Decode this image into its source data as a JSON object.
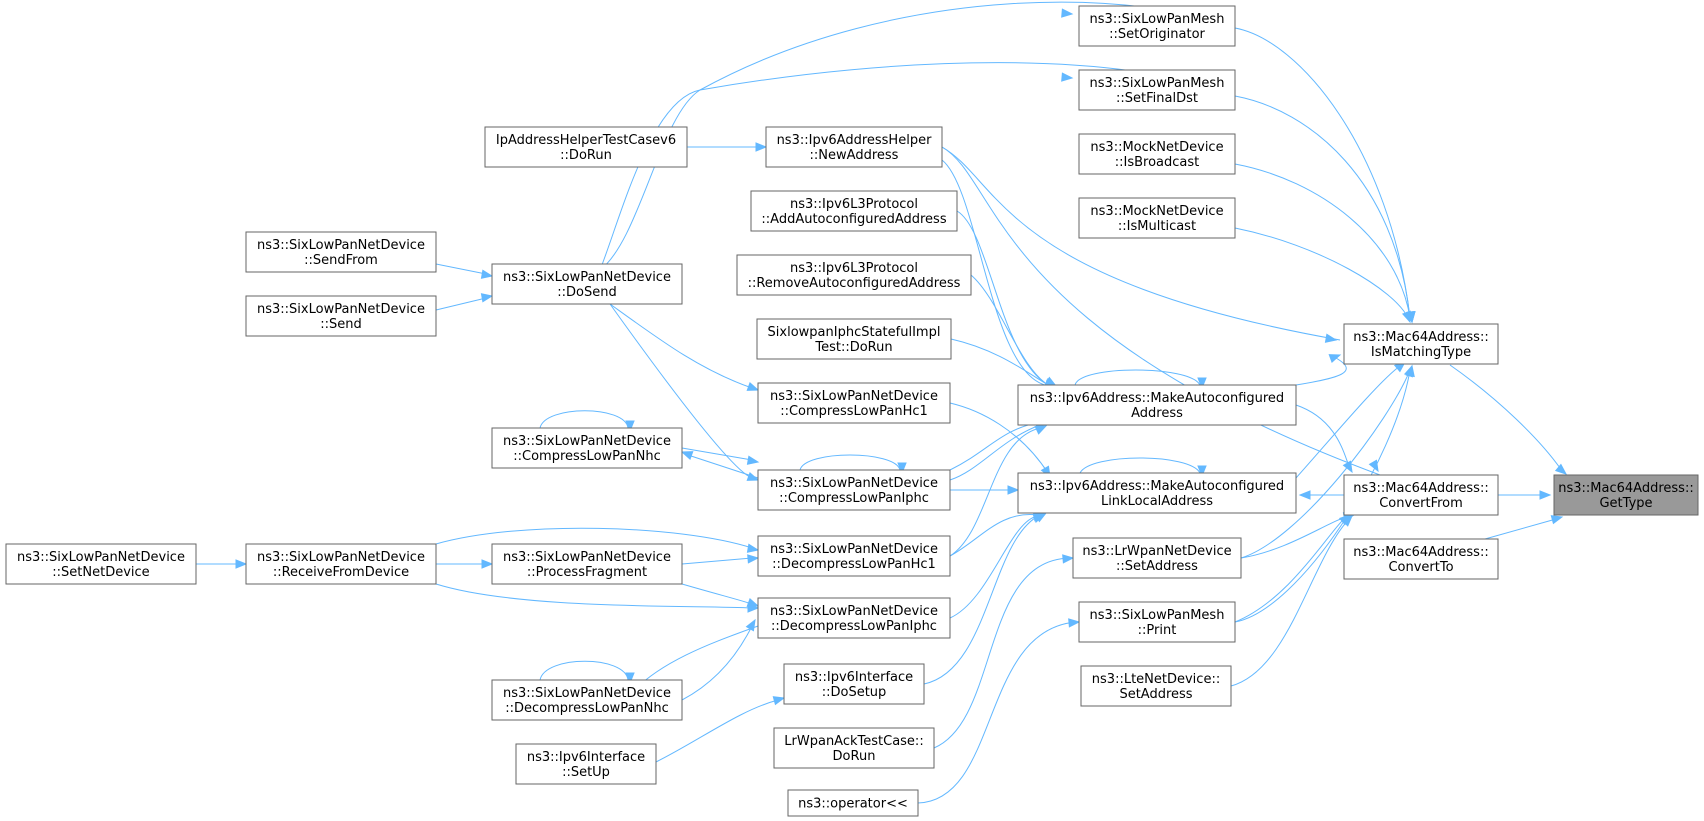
{
  "graph": {
    "title": "",
    "colors": {
      "edge": "#63b8ff",
      "node_border": "#666666",
      "node_fill": "#ffffff",
      "focus_fill": "#999999"
    },
    "nodes": [
      {
        "id": "getType",
        "lines": [
          "ns3::Mac64Address::",
          "GetType"
        ],
        "focus": true
      },
      {
        "id": "isMatchingType",
        "lines": [
          "ns3::Mac64Address::",
          "IsMatchingType"
        ]
      },
      {
        "id": "convertFrom",
        "lines": [
          "ns3::Mac64Address::",
          "ConvertFrom"
        ]
      },
      {
        "id": "convertTo",
        "lines": [
          "ns3::Mac64Address::",
          "ConvertTo"
        ]
      },
      {
        "id": "setOriginator",
        "lines": [
          "ns3::SixLowPanMesh",
          "::SetOriginator"
        ]
      },
      {
        "id": "setFinalDst",
        "lines": [
          "ns3::SixLowPanMesh",
          "::SetFinalDst"
        ]
      },
      {
        "id": "isBroadcast",
        "lines": [
          "ns3::MockNetDevice",
          "::IsBroadcast"
        ]
      },
      {
        "id": "isMulticast",
        "lines": [
          "ns3::MockNetDevice",
          "::IsMulticast"
        ]
      },
      {
        "id": "lrwpanSetAddress",
        "lines": [
          "ns3::LrWpanNetDevice",
          "::SetAddress"
        ]
      },
      {
        "id": "meshPrint",
        "lines": [
          "ns3::SixLowPanMesh",
          "::Print"
        ]
      },
      {
        "id": "lteSetAddress",
        "lines": [
          "ns3::LteNetDevice::",
          "SetAddress"
        ]
      },
      {
        "id": "makeAutoAddr",
        "lines": [
          "ns3::Ipv6Address::MakeAutoconfigured",
          "Address"
        ]
      },
      {
        "id": "makeAutoLL",
        "lines": [
          "ns3::Ipv6Address::MakeAutoconfigured",
          "LinkLocalAddress"
        ]
      },
      {
        "id": "newAddress",
        "lines": [
          "ns3::Ipv6AddressHelper",
          "::NewAddress"
        ]
      },
      {
        "id": "addAuto",
        "lines": [
          "ns3::Ipv6L3Protocol",
          "::AddAutoconfiguredAddress"
        ]
      },
      {
        "id": "removeAuto",
        "lines": [
          "ns3::Ipv6L3Protocol",
          "::RemoveAutoconfiguredAddress"
        ]
      },
      {
        "id": "statefulTest",
        "lines": [
          "SixlowpanIphcStatefulImpl",
          "Test::DoRun"
        ]
      },
      {
        "id": "compressHc1",
        "lines": [
          "ns3::SixLowPanNetDevice",
          "::CompressLowPanHc1"
        ]
      },
      {
        "id": "compressIphc",
        "lines": [
          "ns3::SixLowPanNetDevice",
          "::CompressLowPanIphc"
        ]
      },
      {
        "id": "decompressHc1",
        "lines": [
          "ns3::SixLowPanNetDevice",
          "::DecompressLowPanHc1"
        ]
      },
      {
        "id": "decompressIphc",
        "lines": [
          "ns3::SixLowPanNetDevice",
          "::DecompressLowPanIphc"
        ]
      },
      {
        "id": "ipv6IfDoSetup",
        "lines": [
          "ns3::Ipv6Interface",
          "::DoSetup"
        ]
      },
      {
        "id": "ackTestDoRun",
        "lines": [
          "LrWpanAckTestCase::",
          "DoRun"
        ]
      },
      {
        "id": "operatorOut",
        "lines": [
          "ns3::operator<<"
        ]
      },
      {
        "id": "ipHelperTestDoRun",
        "lines": [
          "IpAddressHelperTestCasev6",
          "::DoRun"
        ]
      },
      {
        "id": "doSend",
        "lines": [
          "ns3::SixLowPanNetDevice",
          "::DoSend"
        ]
      },
      {
        "id": "sendFrom",
        "lines": [
          "ns3::SixLowPanNetDevice",
          "::SendFrom"
        ]
      },
      {
        "id": "send",
        "lines": [
          "ns3::SixLowPanNetDevice",
          "::Send"
        ]
      },
      {
        "id": "compressNhc",
        "lines": [
          "ns3::SixLowPanNetDevice",
          "::CompressLowPanNhc"
        ]
      },
      {
        "id": "receiveFromDevice",
        "lines": [
          "ns3::SixLowPanNetDevice",
          "::ReceiveFromDevice"
        ]
      },
      {
        "id": "processFragment",
        "lines": [
          "ns3::SixLowPanNetDevice",
          "::ProcessFragment"
        ]
      },
      {
        "id": "decompressNhc",
        "lines": [
          "ns3::SixLowPanNetDevice",
          "::DecompressLowPanNhc"
        ]
      },
      {
        "id": "ipv6IfSetUp",
        "lines": [
          "ns3::Ipv6Interface",
          "::SetUp"
        ]
      },
      {
        "id": "setNetDevice",
        "lines": [
          "ns3::SixLowPanNetDevice",
          "::SetNetDevice"
        ]
      }
    ]
  }
}
